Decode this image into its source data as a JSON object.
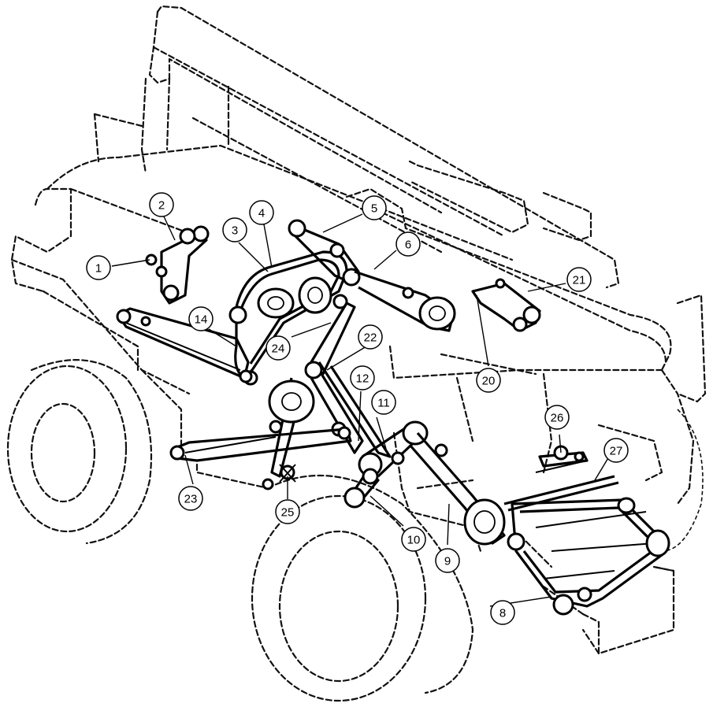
{
  "diagram": {
    "type": "exploded-parts-callout",
    "callout_labels": [
      "1",
      "2",
      "3",
      "4",
      "5",
      "6",
      "8",
      "9",
      "10",
      "11",
      "12",
      "14",
      "20",
      "21",
      "22",
      "23",
      "24",
      "25",
      "26",
      "27"
    ]
  }
}
